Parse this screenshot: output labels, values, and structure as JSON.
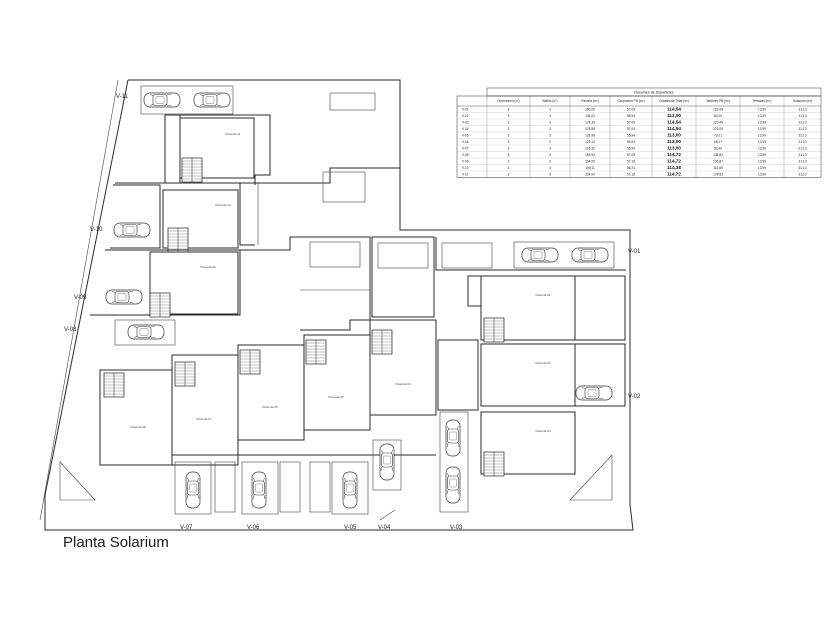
{
  "plan_title": "Planta Solarium",
  "unit_labels": [
    "V-11",
    "V-10",
    "V-09",
    "V-08",
    "V-01",
    "V-02",
    "V-07",
    "V-06",
    "V-05",
    "V-04",
    "V-03"
  ],
  "table": {
    "title": "Resumen de Superficies",
    "headers": [
      "Dormitorios (nº)",
      "Baños (nº)",
      "Parcela (m²)",
      "Ocupación PB (m²)",
      "Construida Total (m²)",
      "Jardines PB (m²)",
      "Terrazas (m²)",
      "Solarium (m²)"
    ],
    "rows": [
      [
        "V-01",
        "3",
        "3",
        "180,00",
        "57,09",
        "114,54",
        "123,69",
        "13,99",
        "31,13"
      ],
      [
        "V-02",
        "3",
        "3",
        "136,04",
        "55,94",
        "113,00",
        "80,10",
        "13,99",
        "31,13"
      ],
      [
        "V-03",
        "3",
        "3",
        "178,39",
        "57,09",
        "114,54",
        "120,49",
        "13,99",
        "31,13"
      ],
      [
        "V-04",
        "3",
        "3",
        "178,85",
        "57,09",
        "114,54",
        "123,09",
        "13,99",
        "31,13"
      ],
      [
        "V-05",
        "3",
        "3",
        "128,96",
        "55,94",
        "113,00",
        "73,01",
        "13,99",
        "31,13"
      ],
      [
        "V-06",
        "3",
        "3",
        "125,12",
        "55,94",
        "113,00",
        "69,17",
        "13,99",
        "31,13"
      ],
      [
        "V-07",
        "3",
        "3",
        "126,26",
        "55,94",
        "113,00",
        "83,46",
        "13,99",
        "31,13"
      ],
      [
        "V-08",
        "3",
        "3",
        "195,93",
        "57,09",
        "114,72",
        "138,83",
        "13,99",
        "31,13"
      ],
      [
        "V-09",
        "3",
        "3",
        "164,05",
        "57,18",
        "114,72",
        "106,87",
        "13,99",
        "31,13"
      ],
      [
        "V-10",
        "3",
        "3",
        "169,11",
        "56,31",
        "114,38",
        "112,80",
        "13,99",
        "31,13"
      ],
      [
        "V-11",
        "3",
        "3",
        "234,00",
        "57,18",
        "114,72",
        "176,83",
        "13,99",
        "31,13"
      ]
    ]
  }
}
